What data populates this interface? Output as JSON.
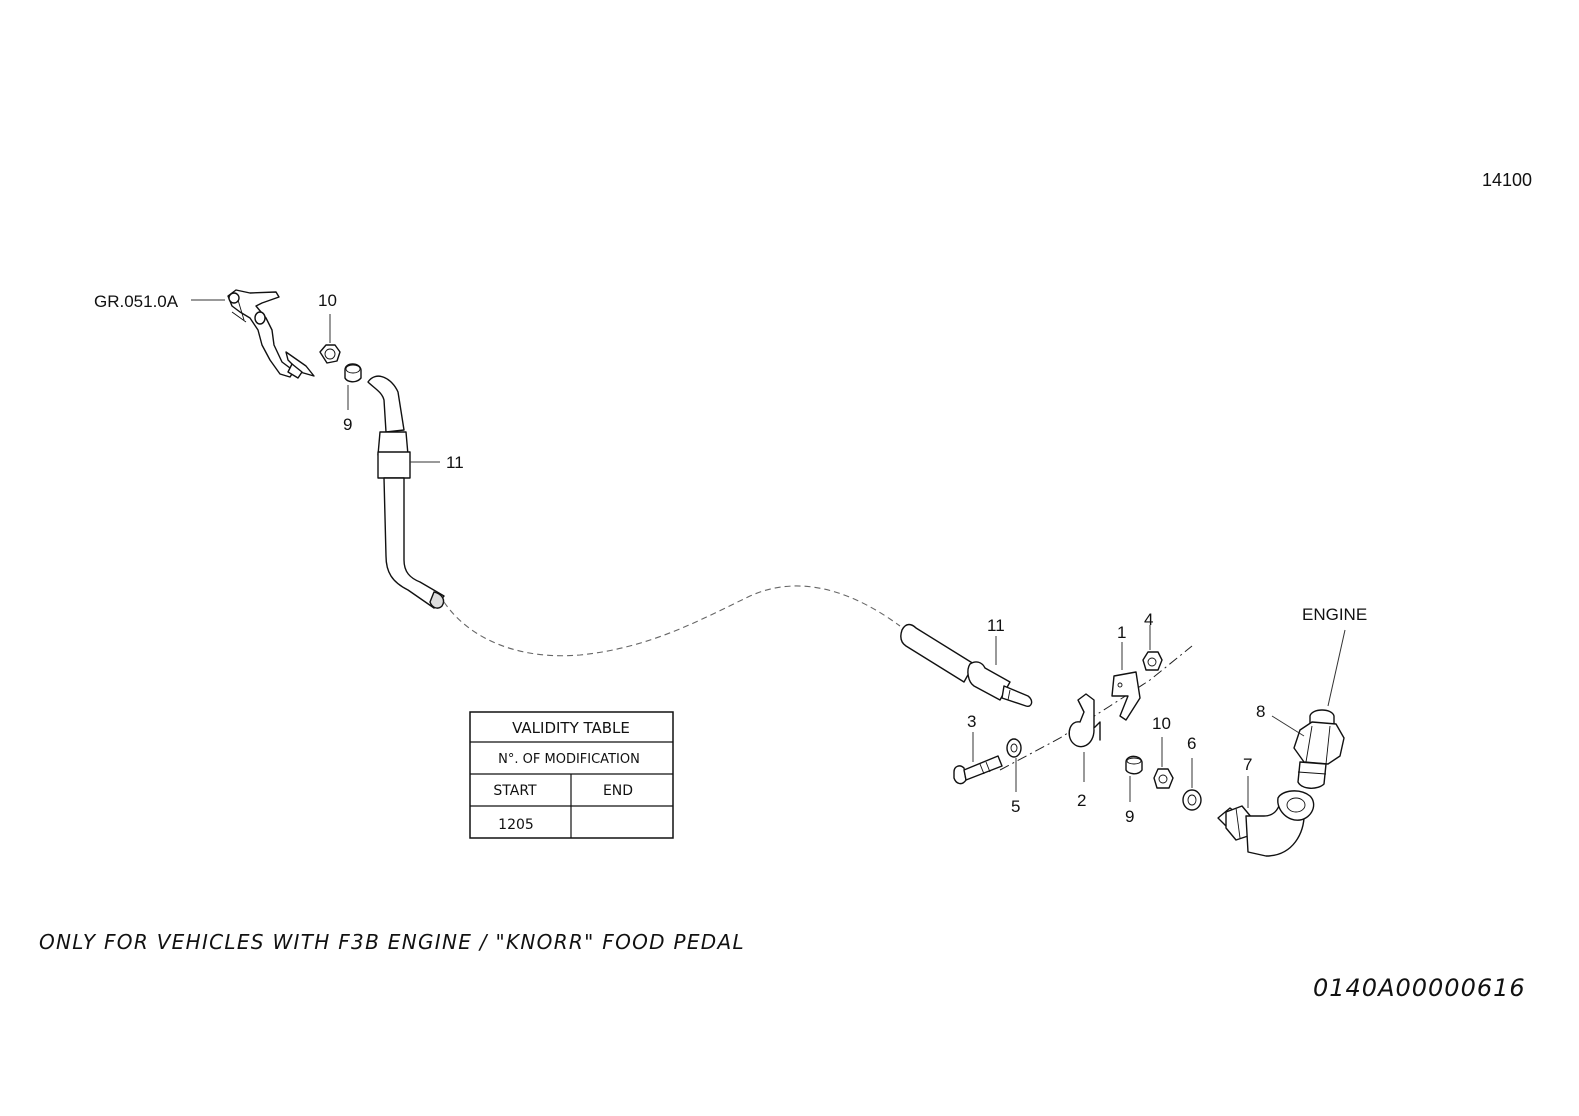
{
  "page_number": "14100",
  "labels": {
    "group_ref": "GR.051.0A",
    "engine": "ENGINE",
    "item_1": "1",
    "item_2": "2",
    "item_3": "3",
    "item_4": "4",
    "item_5": "5",
    "item_6": "6",
    "item_7": "7",
    "item_8": "8",
    "item_9_top": "9",
    "item_9_bottom": "9",
    "item_10_top": "10",
    "item_10_bottom": "10",
    "item_11_top": "11",
    "item_11_bottom": "11"
  },
  "validity_table": {
    "title": "VALIDITY TABLE",
    "subtitle": "N°. OF MODIFICATION",
    "col_start": "START",
    "col_end": "END",
    "start_value": "1205",
    "end_value": ""
  },
  "note": "ONLY FOR VEHICLES WITH F3B ENGINE / \"KNORR\" FOOD PEDAL",
  "document_number": "0140A00000616"
}
